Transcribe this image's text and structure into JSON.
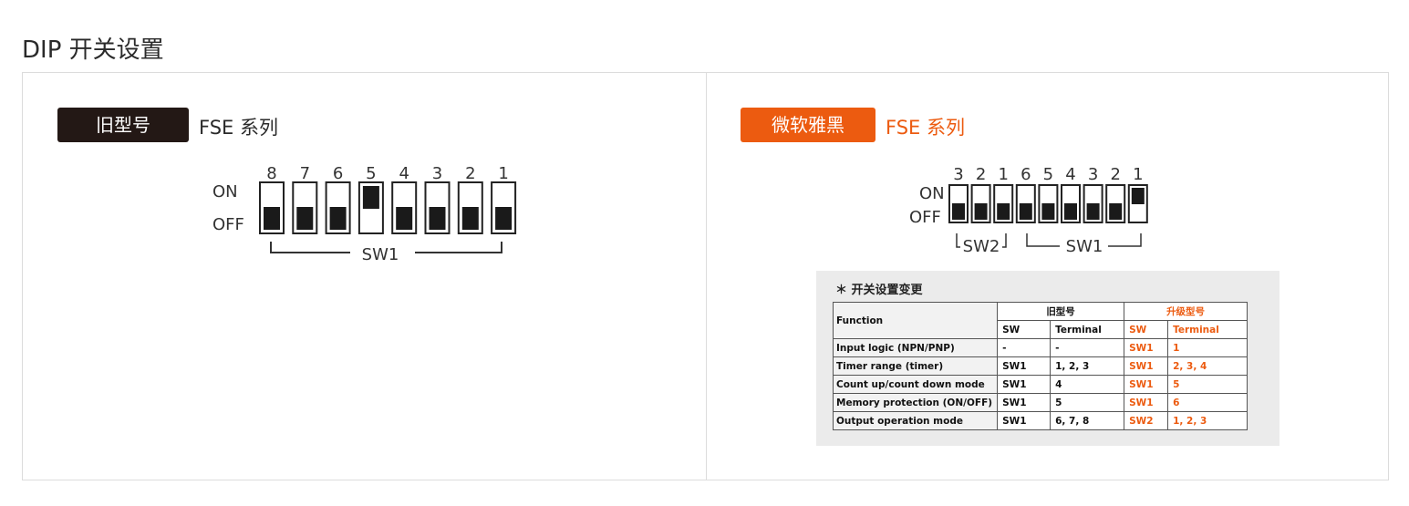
{
  "page": {
    "title": "DIP 开关设置"
  },
  "left_panel": {
    "badge": "旧型号",
    "series": "FSE 系列",
    "diagram": {
      "on_label": "ON",
      "off_label": "OFF",
      "switch_numbers": [
        "8",
        "7",
        "6",
        "5",
        "4",
        "3",
        "2",
        "1"
      ],
      "switch_states": [
        "off",
        "off",
        "off",
        "on",
        "off",
        "off",
        "off",
        "off"
      ],
      "group_label": "SW1"
    }
  },
  "right_panel": {
    "badge": "微软雅黑",
    "series": "FSE 系列",
    "diagram": {
      "on_label": "ON",
      "off_label": "OFF",
      "switch_numbers": [
        "3",
        "2",
        "1",
        "6",
        "5",
        "4",
        "3",
        "2",
        "1"
      ],
      "switch_states": [
        "off",
        "off",
        "off",
        "off",
        "off",
        "off",
        "off",
        "off",
        "on"
      ],
      "group_sw2": "SW2",
      "group_sw1": "SW1"
    },
    "change_table": {
      "title": "＊ 开关设置变更",
      "function_header": "Function",
      "old_group": "旧型号",
      "new_group": "升级型号",
      "sw_header": "SW",
      "terminal_header": "Terminal",
      "rows": [
        {
          "function": "Input logic (NPN/PNP)",
          "old_sw": "-",
          "old_terminal": "-",
          "new_sw": "SW1",
          "new_terminal": "1"
        },
        {
          "function": "Timer range (timer)",
          "old_sw": "SW1",
          "old_terminal": "1, 2, 3",
          "new_sw": "SW1",
          "new_terminal": "2, 3, 4"
        },
        {
          "function": "Count up/count down mode",
          "old_sw": "SW1",
          "old_terminal": "4",
          "new_sw": "SW1",
          "new_terminal": "5"
        },
        {
          "function": "Memory protection (ON/OFF)",
          "old_sw": "SW1",
          "old_terminal": "5",
          "new_sw": "SW1",
          "new_terminal": "6"
        },
        {
          "function": "Output operation mode",
          "old_sw": "SW1",
          "old_terminal": "6, 7, 8",
          "new_sw": "SW2",
          "new_terminal": "1, 2, 3"
        }
      ]
    }
  },
  "colors": {
    "accent_orange": "#ec5b10",
    "badge_dark": "#231815"
  }
}
